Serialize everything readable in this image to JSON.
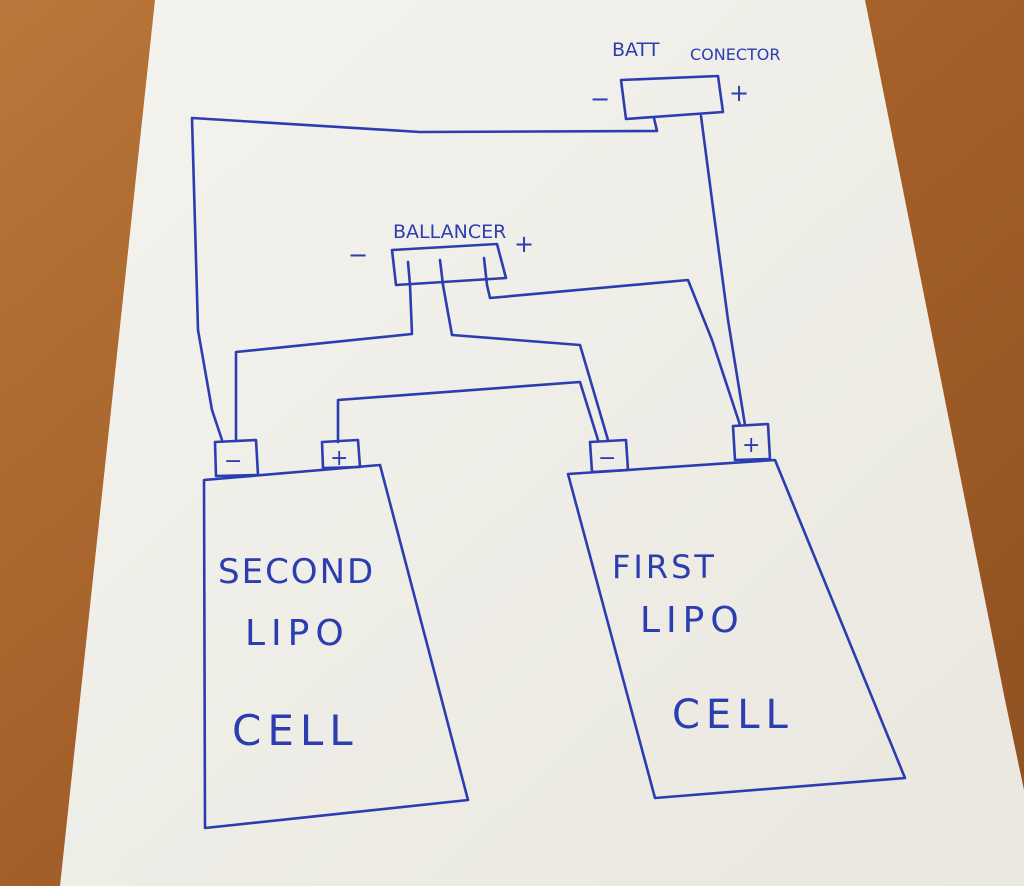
{
  "colors": {
    "ink": "#2b3db0",
    "paper": "#f1efe8",
    "desk": "#a9652c"
  },
  "batt_connector": {
    "label_1": "BATT",
    "label_2": "CONECTOR",
    "minus": "−",
    "plus": "+"
  },
  "balancer": {
    "label": "BALLANCER",
    "minus": "−",
    "plus": "+"
  },
  "second_cell": {
    "line1": "SECOND",
    "line2": "LIPO",
    "line3": "CELL",
    "minus": "−",
    "plus": "+"
  },
  "first_cell": {
    "line1": "FIRST",
    "line2": "LIPO",
    "line3": "CELL",
    "minus": "−",
    "plus": "+"
  }
}
